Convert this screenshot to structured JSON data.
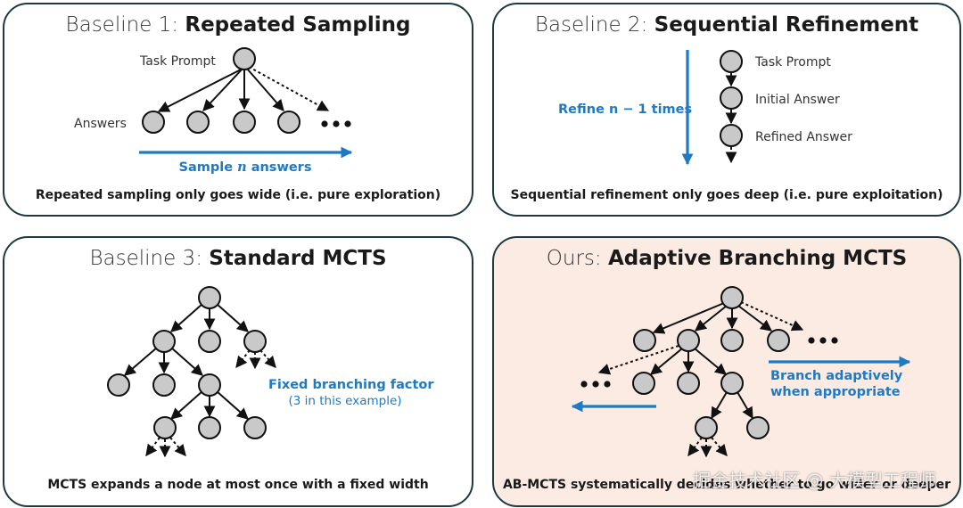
{
  "panel1": {
    "title_prefix": "Baseline 1: ",
    "title_bold": "Repeated Sampling",
    "task_prompt": "Task Prompt",
    "answers": "Answers",
    "arrow_label_pre": "Sample ",
    "arrow_label_var": "n",
    "arrow_label_post": " answers",
    "caption": "Repeated sampling only goes wide (i.e. pure exploration)"
  },
  "panel2": {
    "title_prefix": "Baseline 2: ",
    "title_bold": "Sequential Refinement",
    "refine_label": "Refine n − 1 times",
    "nodes": [
      "Task Prompt",
      "Initial Answer",
      "Refined Answer"
    ],
    "caption": "Sequential refinement only goes deep (i.e. pure exploitation)"
  },
  "panel3": {
    "title_prefix": "Baseline 3: ",
    "title_bold": "Standard MCTS",
    "note_main": "Fixed branching factor",
    "note_sub": "(3 in this example)",
    "caption": "MCTS expands a node at most once with a fixed width"
  },
  "panel4": {
    "title_prefix": "Ours: ",
    "title_bold": "Adaptive Branching MCTS",
    "note_line1": "Branch adaptively",
    "note_line2": "when appropriate",
    "caption": "AB-MCTS systematically decides whether to go wider or deeper"
  },
  "watermark": "掘金技术社区 @ 大模型工程师",
  "colors": {
    "accent": "#1f7ac2",
    "node_fill": "#c9c9c9",
    "border": "#1f3a3f",
    "ours_bg": "#fbebe3"
  }
}
